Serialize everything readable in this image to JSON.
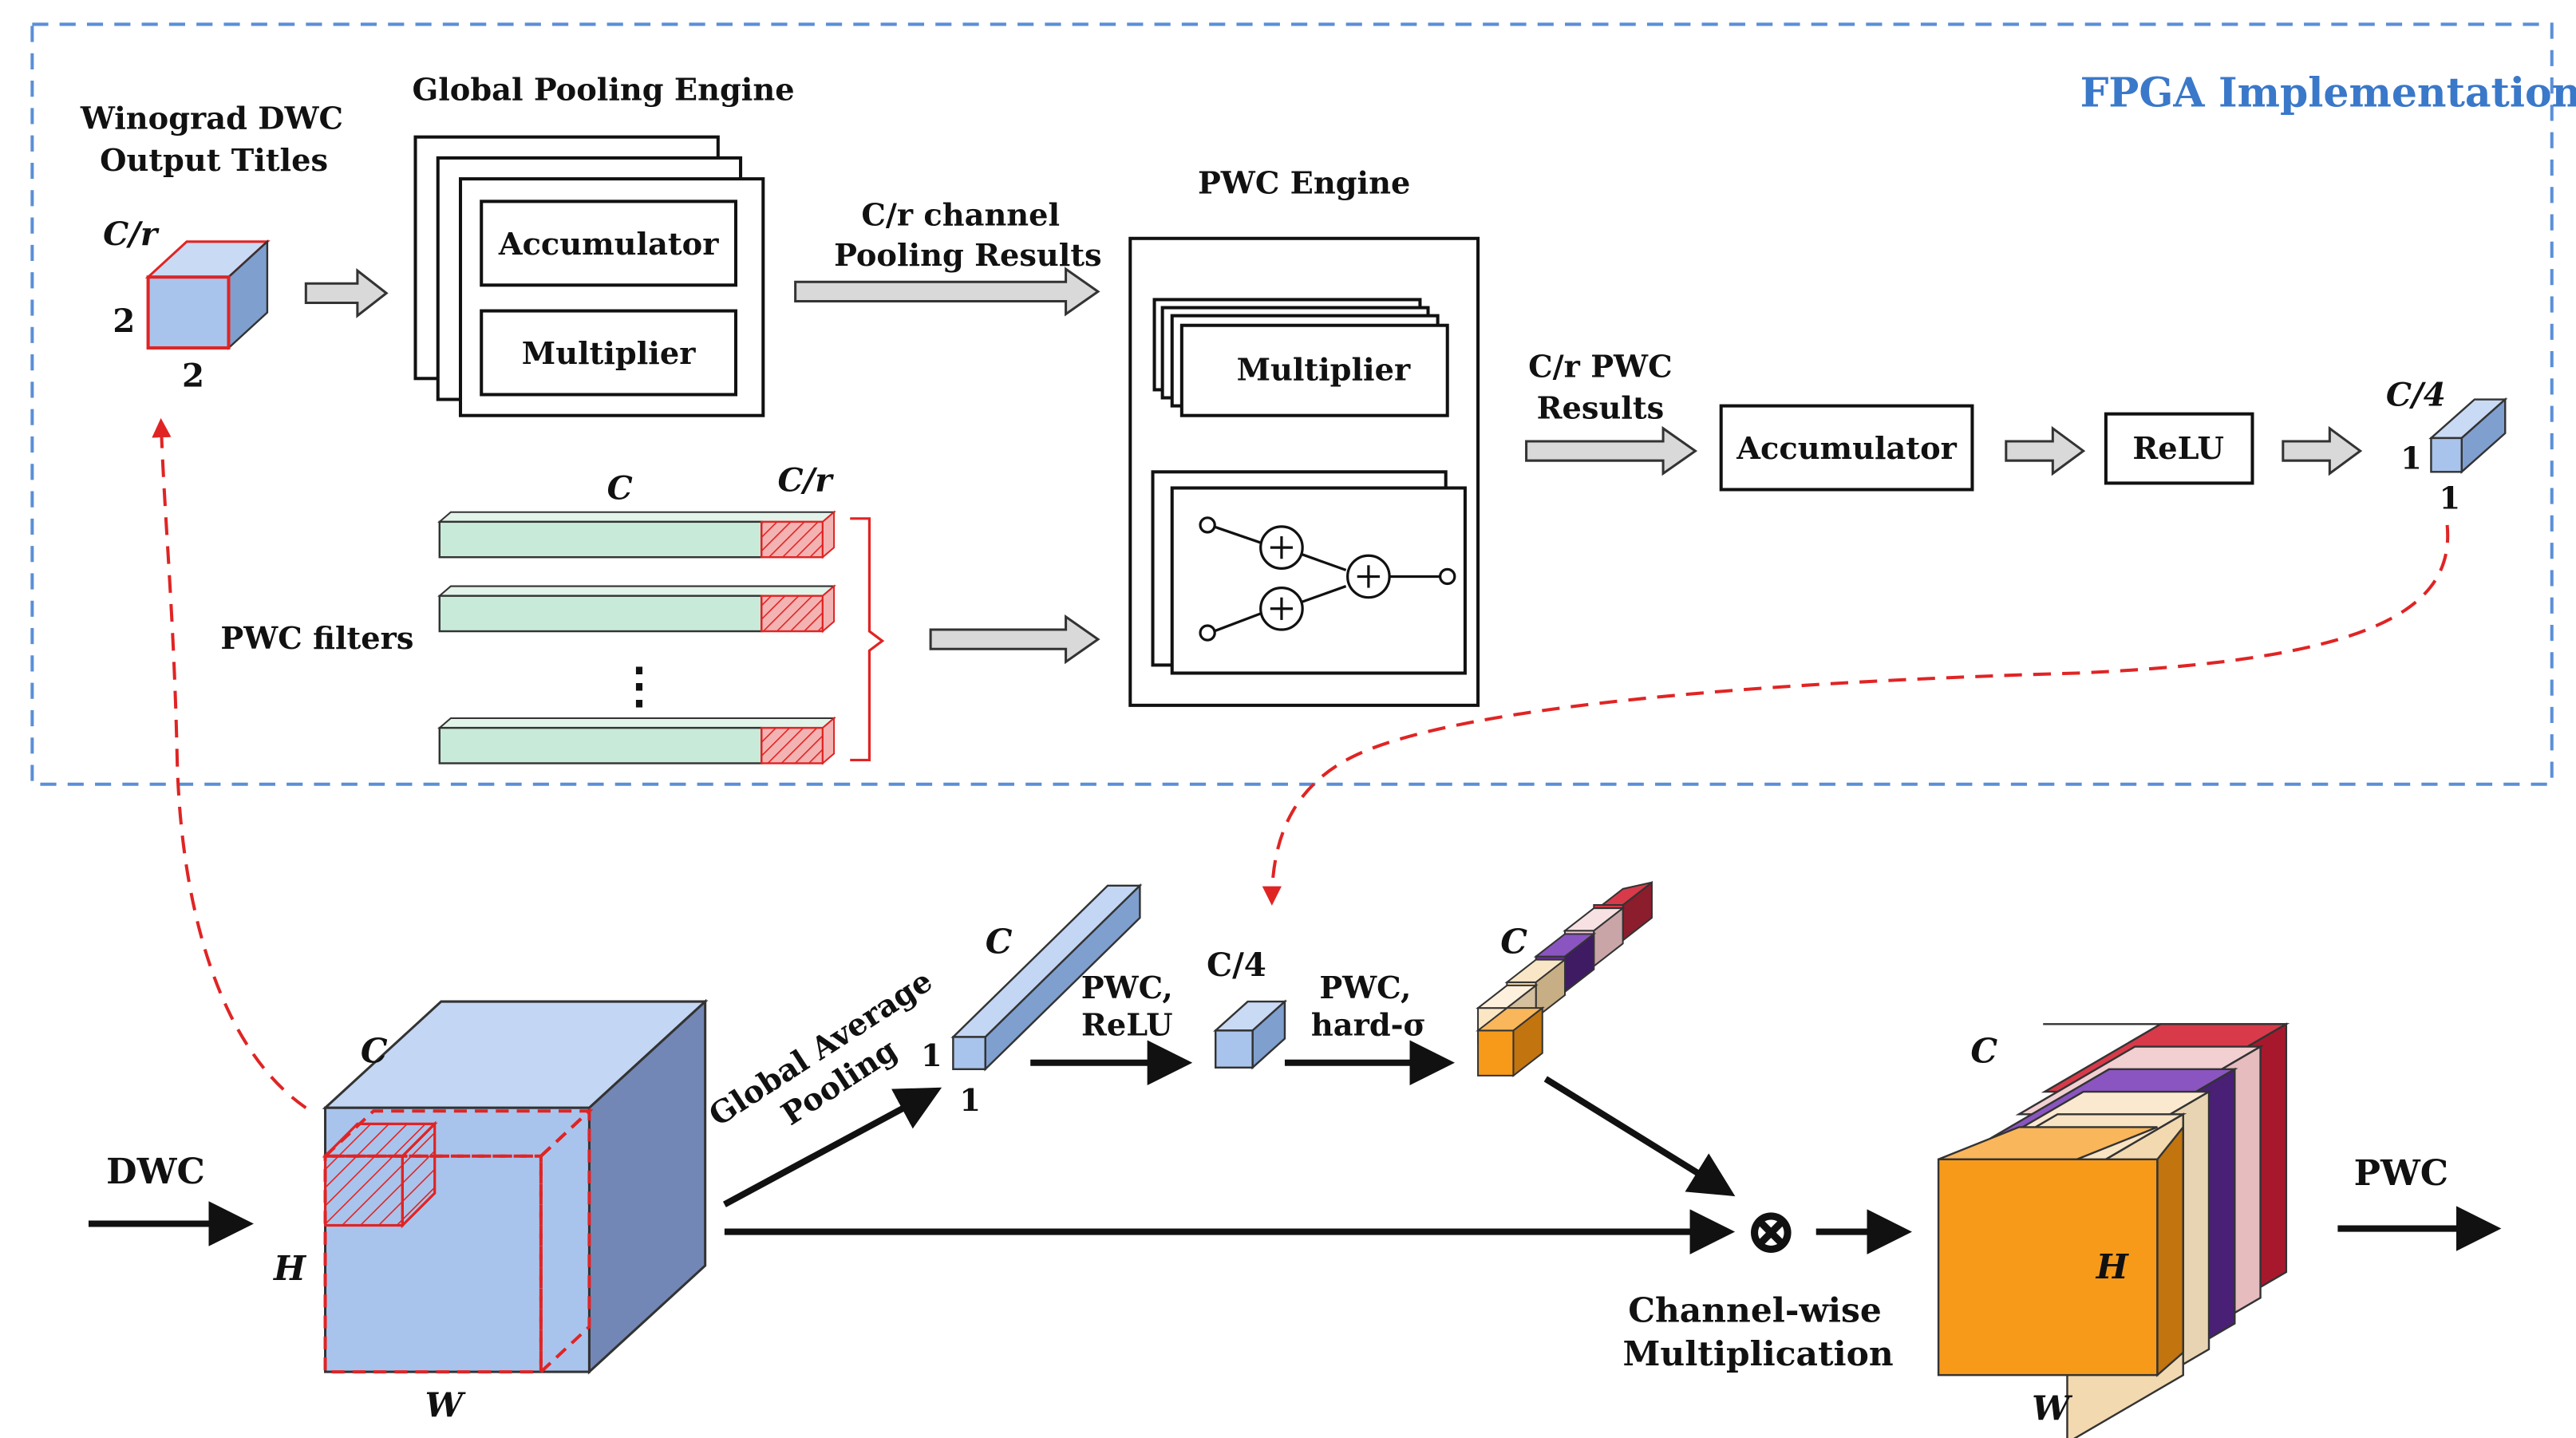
{
  "fpga": {
    "title": "FPGA Implementation",
    "winograd_title_1": "Winograd DWC",
    "winograd_title_2": "Output Titles",
    "tile_c": "C/r",
    "tile_h": "2",
    "tile_w": "2",
    "gpe_title": "Global Pooling  Engine",
    "gpe_accumulator": "Accumulator",
    "gpe_multiplier": "Multiplier",
    "pool_results_1": "C/r  channel",
    "pool_results_2": "Pooling Results",
    "pwc_engine_title": "PWC  Engine",
    "pwc_multiplier": "Multiplier",
    "filters_label": "PWC  filters",
    "filters_c": "C",
    "filters_cr": "C/r",
    "filters_dots": "⋮",
    "pwc_results_1": "C/r  PWC",
    "pwc_results_2": "Results",
    "accumulator": "Accumulator",
    "relu": "ReLU",
    "out_c": "C/4",
    "out_h": "1",
    "out_w": "1"
  },
  "bottom": {
    "dwc": "DWC",
    "cube_c": "C",
    "cube_h": "H",
    "cube_w": "W",
    "gap_1": "Global Average",
    "gap_2": "Pooling",
    "vec_c": "C",
    "vec_h": "1",
    "vec_w": "1",
    "pwc_relu_1": "PWC,",
    "pwc_relu_2": "ReLU",
    "small_c4": "C/4",
    "pwc_sigma_1": "PWC,",
    "pwc_sigma_2": "hard-σ",
    "color_c": "C",
    "mult_symbol": "⊗",
    "mult_1": "Channel-wise",
    "mult_2": "Multiplication",
    "out_c": "C",
    "out_h": "H",
    "out_w": "W",
    "pwc": "PWC"
  },
  "colors": {
    "fpga_border": "#5b8fd6",
    "fpga_title": "#3a78c9",
    "cube_blue": "#a9c4ec",
    "red_dashed": "#e02424",
    "filter_green": "#c8ead9",
    "out_orange": "#f79a1a"
  }
}
